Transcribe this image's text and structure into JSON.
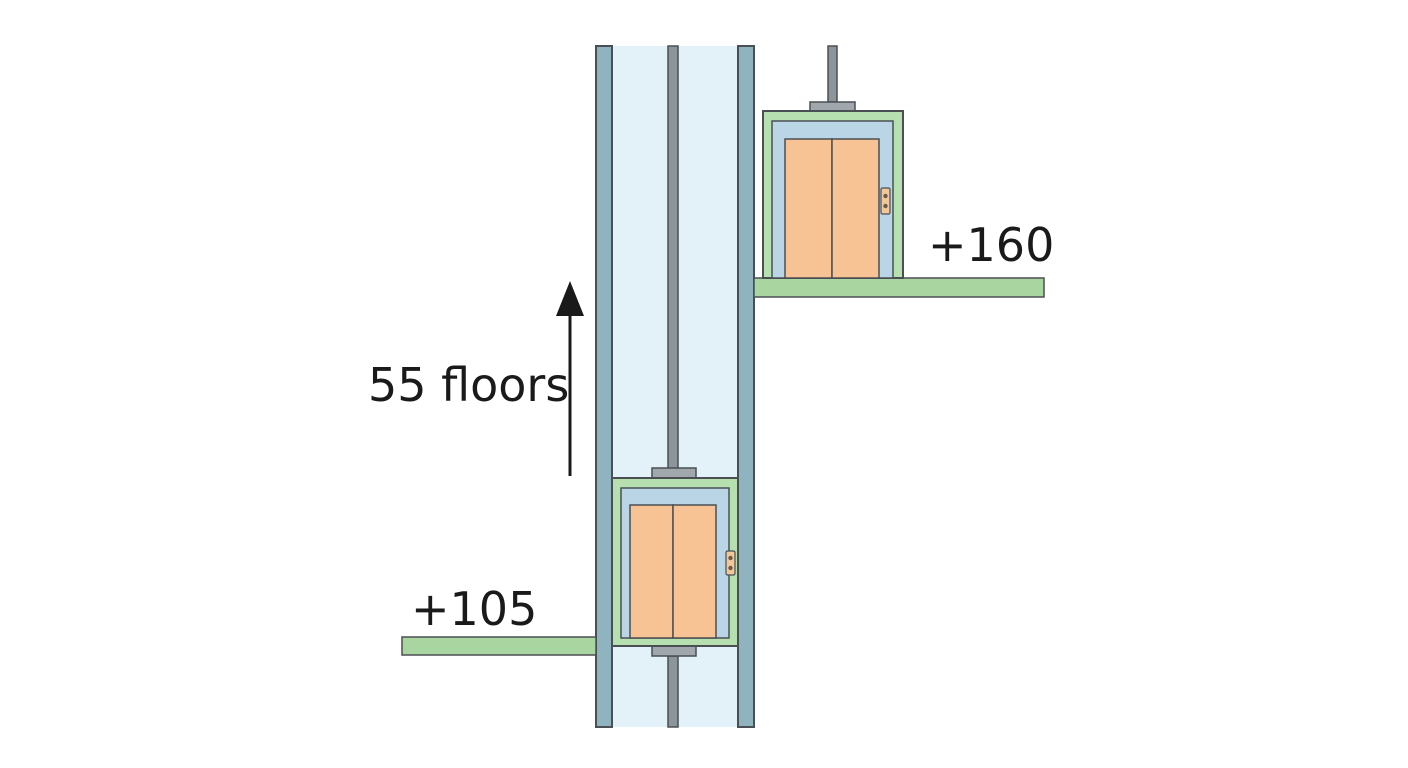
{
  "labels": {
    "lower_level": "+105",
    "upper_level": "+160",
    "travel": "55 floors"
  },
  "colors": {
    "shaft_wall": "#8fb3bf",
    "shaft_interior": "#e3f1f8",
    "cable": "#8c959a",
    "car_frame": "#b7e0b0",
    "car_inner": "#b9d5e6",
    "door": "#f7c294",
    "floor_slab": "#a9d5a1",
    "outline": "#4a4f53",
    "text": "#1a1a1a"
  },
  "icons": {
    "travel_arrow": "arrow-up-icon",
    "door_button": "call-button-icon"
  }
}
